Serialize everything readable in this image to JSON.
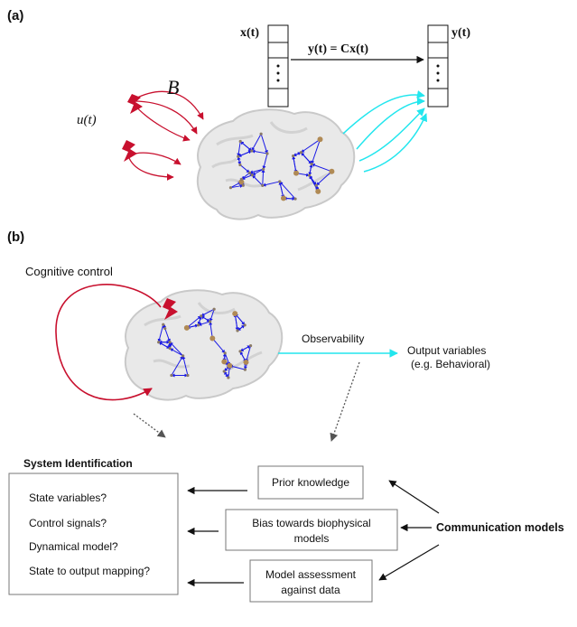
{
  "panel_a": {
    "label": "(a)",
    "input_label": "u(t)",
    "input_matrix": "B",
    "state_vector": "x(t)",
    "output_vector": "y(t)",
    "output_equation": "y(t) = Cx(t)"
  },
  "panel_b": {
    "label": "(b)",
    "cognitive_control": "Cognitive control",
    "observability": "Observability",
    "output_variables": "Output variables",
    "output_variables_note": "(e.g. Behavioral)",
    "system_identification": {
      "title": "System Identification",
      "items": [
        "State variables?",
        "Control signals?",
        "Dynamical model?",
        "State to output mapping?"
      ]
    },
    "prior_knowledge": "Prior knowledge",
    "bias_box": [
      "Bias towards biophysical",
      "models"
    ],
    "assessment_box": [
      "Model assessment",
      "against data"
    ],
    "communication_models": "Communication models"
  },
  "colors": {
    "input_arrows": "#c8102e",
    "output_arrows": "#22e6ee",
    "network_edges": "#1a1ae6",
    "brain_fill": "#e9e9e9",
    "brain_outline": "#c9c9c9",
    "node_fill": "#b08a55"
  }
}
